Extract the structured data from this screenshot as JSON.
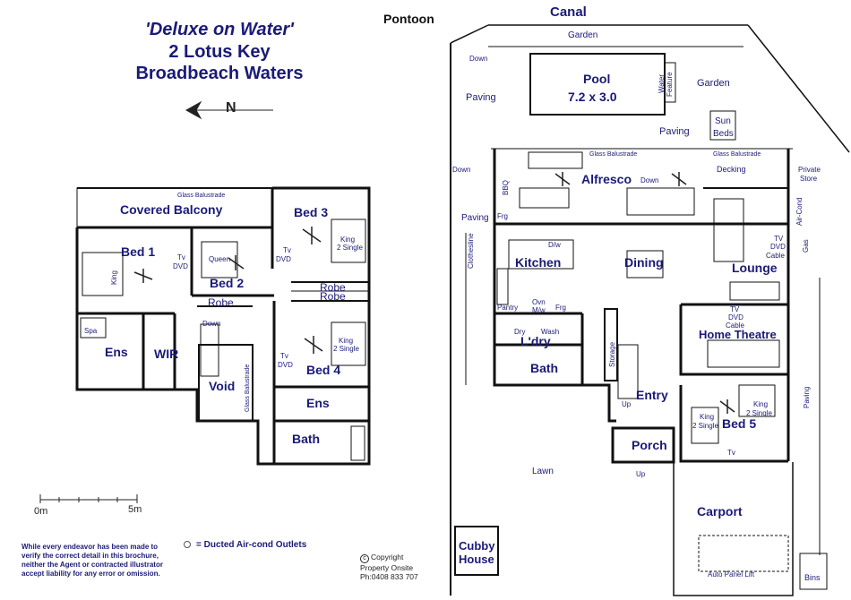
{
  "header": {
    "line1": "'Deluxe on Water'",
    "line2": "2 Lotus Key",
    "line3": "Broadbeach Waters",
    "north": "N"
  },
  "rooms": {
    "pontoon": "Pontoon",
    "canal": "Canal",
    "garden_top": "Garden",
    "pool": "Pool",
    "pool_size": "7.2 x 3.0",
    "water_feature_1": "Water",
    "water_feature_2": "Feature",
    "garden_right": "Garden",
    "paving_tl": "Paving",
    "paving_mid": "Paving",
    "sun_beds_1": "Sun",
    "sun_beds_2": "Beds",
    "glass_bal_1": "Glass Balustrade",
    "glass_bal_2": "Glass Balustrade",
    "decking": "Decking",
    "private_store_1": "Private",
    "private_store_2": "Store",
    "down_top": "Down",
    "down_left": "Down",
    "down_alfresco": "Down",
    "alfresco": "Alfresco",
    "bbq": "BBQ",
    "frg_left": "Frg",
    "paving_left": "Paving",
    "clothesline": "Clothesline",
    "kitchen": "Kitchen",
    "dw": "D/w",
    "dining": "Dining",
    "lounge": "Lounge",
    "tv_lounge": "TV",
    "dvd_lounge": "DVD",
    "cable_lounge": "Cable",
    "aircond": "Air-Cond",
    "gas": "Gas",
    "pantry": "Pantry",
    "ovn": "Ovn",
    "mw": "M/w",
    "frg_kitchen": "Frg",
    "dry": "Dry",
    "wash": "Wash",
    "ldry": "L'dry",
    "bath_ground": "Bath",
    "storage": "Storage",
    "tv_ht": "TV",
    "dvd_ht": "DVD",
    "cable_ht": "Cable",
    "home_theatre": "Home Theatre",
    "entry": "Entry",
    "up_entry": "Up",
    "king_b5": "King",
    "king_single_b5_1": "King",
    "king_single_b5_2": "2 Single",
    "two_single_b5": "2 Single",
    "bed5": "Bed 5",
    "paving_right": "Paving",
    "porch": "Porch",
    "up_porch": "Up",
    "tv_b5": "Tv",
    "lawn": "Lawn",
    "carport": "Carport",
    "cubby_1": "Cubby",
    "cubby_2": "House",
    "auto_panel": "Auto Panel Lift",
    "bins": "Bins",
    "glass_bal_upper": "Glass Balustrade",
    "covered_balcony": "Covered Balcony",
    "bed3": "Bed 3",
    "king_b3_1": "King",
    "king_b3_2": "2 Single",
    "tv_b3": "Tv",
    "dvd_b3": "DVD",
    "bed1": "Bed 1",
    "king_b1": "King",
    "tv_b1": "Tv",
    "dvd_b1": "DVD",
    "queen_b2": "Queen",
    "bed2": "Bed 2",
    "robe_b2": "Robe",
    "robe_1": "Robe",
    "robe_2": "Robe",
    "down_upper": "Down",
    "spa": "Spa",
    "ens_upper_left": "Ens",
    "wir": "WIR",
    "void": "Void",
    "glass_bal_void": "Glass Balustrade",
    "king_b4_1": "King",
    "king_b4_2": "2 Single",
    "tv_b4": "Tv",
    "dvd_b4": "DVD",
    "bed4": "Bed 4",
    "ens_upper_right": "Ens",
    "bath_upper": "Bath"
  },
  "scale": {
    "start": "0m",
    "end": "5m"
  },
  "legend": {
    "text": "= Ducted  Air-cond Outlets"
  },
  "disclaimer": "While every endeavor has been made to verify the correct detail in this brochure, neither the Agent or contracted illustrator accept liability for any error or omission.",
  "copyright": {
    "line1": "Copyright",
    "line2": "Property Onsite",
    "line3": "Ph:0408 833 707"
  }
}
